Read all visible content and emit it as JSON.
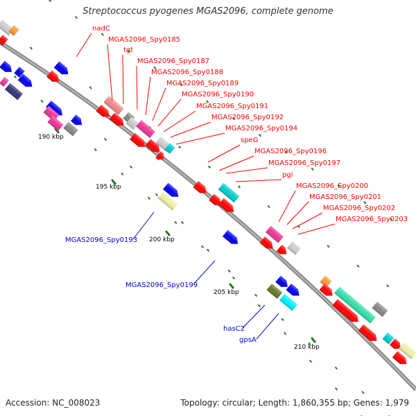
{
  "title": "Streptococcus pyogenes MGAS2096, complete genome",
  "accession": "Accession: NC_008023",
  "topology": "Topology: circular; Length: 1,860,355 bp; Genes: 1,979",
  "ticks": [
    "190 kbp",
    "195 kbp",
    "200 kbp",
    "205 kbp",
    "210 kbp"
  ],
  "labels_outer": [
    "nadC",
    "MGAS2096_Spy0185",
    "tgt",
    "MGAS2096_Spy0187",
    "MGAS2096_Spy0188",
    "MGAS2096_Spy0189",
    "MGAS2096_Spy0190",
    "MGAS2096_Spy0191",
    "MGAS2096_Spy0192",
    "MGAS2096_Spy0194",
    "speG",
    "MGAS2096_Spy0196",
    "MGAS2096_Spy0197",
    "pgi",
    "MGAS2096_Spy0200",
    "MGAS2096_Spy0201",
    "MGAS2096_Spy0202",
    "MGAS2096_Spy0203"
  ],
  "labels_inner": [
    "MGAS2096_Spy0193",
    "MGAS2096_Spy0199",
    "hasC2",
    "gpsA"
  ],
  "colors": {
    "outer_label": "#ff0000",
    "inner_label": "#0000cc",
    "backbone": "#888888",
    "tick": "#1a7a1a",
    "cds": "#ff0000",
    "cds_forward": "#0000ee",
    "pink": "#ee3399",
    "salmon": "#ee8888",
    "gray": "#888888",
    "lightgray": "#cccccc",
    "cyan": "#00cccc",
    "teal": "#33ddaa",
    "yellow": "#eeeeaa",
    "olive": "#667722",
    "aqua": "#00eeff",
    "orange": "#ff9933",
    "navy": "#333377"
  }
}
